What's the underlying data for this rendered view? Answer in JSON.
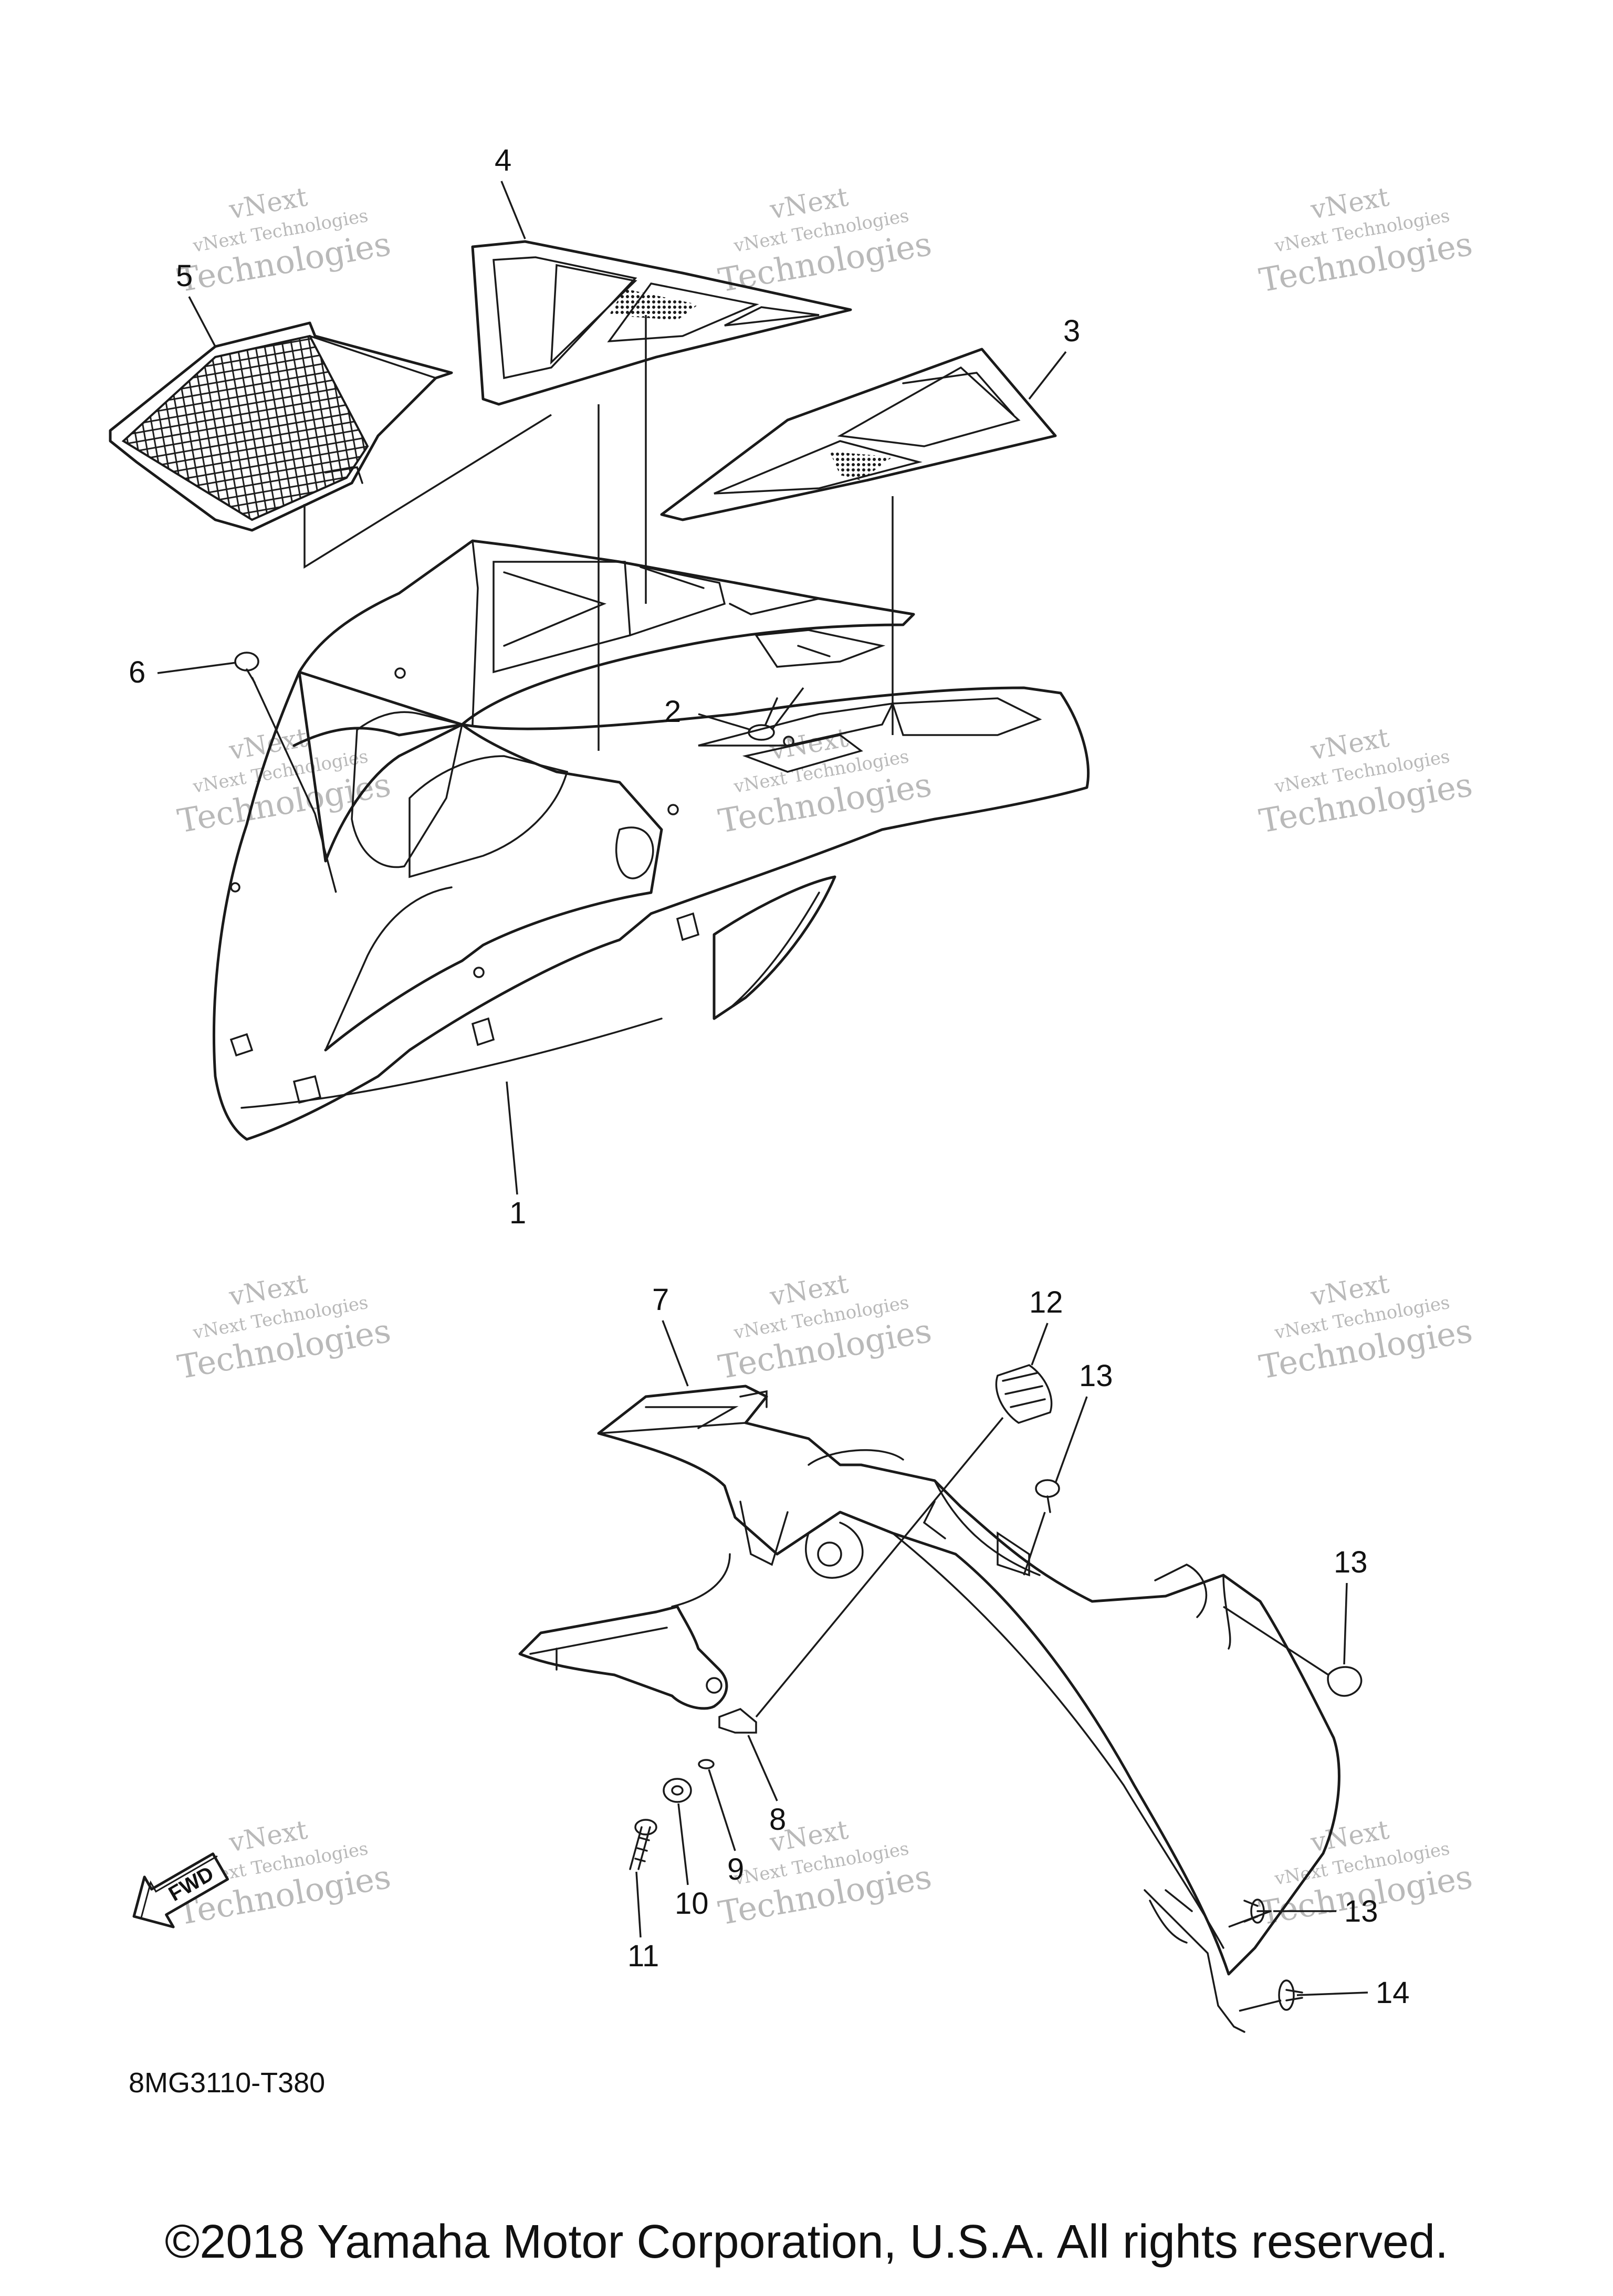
{
  "diagram": {
    "part_code": "8MG3110-T380",
    "fwd_label": "FWD",
    "copyright": "©2018 Yamaha Motor Corporation, U.S.A. All rights reserved."
  },
  "watermark": {
    "line1": "vNext Technologies",
    "line2": "vNext",
    "line3": "Technologies"
  },
  "callouts": [
    {
      "id": "1",
      "label": "1"
    },
    {
      "id": "2",
      "label": "2"
    },
    {
      "id": "3",
      "label": "3"
    },
    {
      "id": "4",
      "label": "4"
    },
    {
      "id": "5",
      "label": "5"
    },
    {
      "id": "6",
      "label": "6"
    },
    {
      "id": "7",
      "label": "7"
    },
    {
      "id": "8",
      "label": "8"
    },
    {
      "id": "9",
      "label": "9"
    },
    {
      "id": "10",
      "label": "10"
    },
    {
      "id": "11",
      "label": "11"
    },
    {
      "id": "12",
      "label": "12"
    },
    {
      "id": "13a",
      "label": "13"
    },
    {
      "id": "13b",
      "label": "13"
    },
    {
      "id": "13c",
      "label": "13"
    },
    {
      "id": "14",
      "label": "14"
    }
  ]
}
